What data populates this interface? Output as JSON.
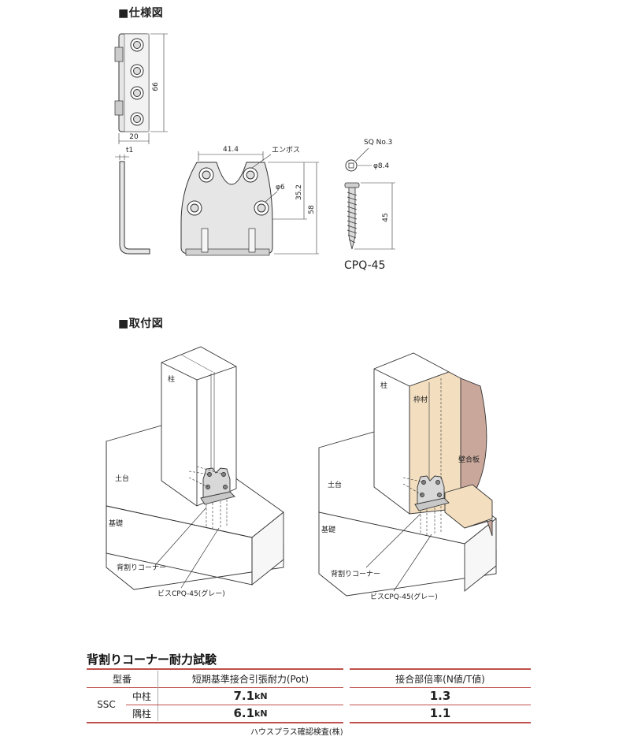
{
  "spec": {
    "title": "■仕様図",
    "dims": {
      "height_66": "66",
      "width_20": "20",
      "t1": "t1",
      "w41_4": "41.4",
      "emboss": "エンボス",
      "phi6": "φ6",
      "d35_2": "35.2",
      "d58": "58",
      "sq": "SQ No.3",
      "phi8_4": "φ8.4",
      "d45": "45",
      "screw_name": "CPQ-45"
    }
  },
  "install": {
    "title": "■取付図",
    "left": {
      "pillar": "柱",
      "sill": "土台",
      "foundation": "基礎",
      "bracket": "背割りコーナー",
      "screw": "ビスCPQ-45(グレー)"
    },
    "right": {
      "pillar": "柱",
      "frame": "枠材",
      "plywood": "壁合板",
      "sill": "土台",
      "foundation": "基礎",
      "bracket": "背割りコーナー",
      "screw": "ビスCPQ-45(グレー)"
    }
  },
  "table": {
    "title": "背割りコーナー耐力試験",
    "headers": {
      "model": "型番",
      "strength": "短期基準接合引張耐力(Pot)",
      "ratio": "接合部倍率(N値/T値)"
    },
    "model": "SSC",
    "rows": [
      {
        "type": "中柱",
        "value": "7.1",
        "unit": "kN",
        "ratio": "1.3"
      },
      {
        "type": "隅柱",
        "value": "6.1",
        "unit": "kN",
        "ratio": "1.1"
      }
    ],
    "note": "ハウスプラス確認検査(株)"
  },
  "colors": {
    "accent_red": "#c0504d",
    "wood_fill": "#f3dfc0",
    "plywood_fill": "#c9a79a",
    "metal_fill": "#d8d8d8"
  }
}
